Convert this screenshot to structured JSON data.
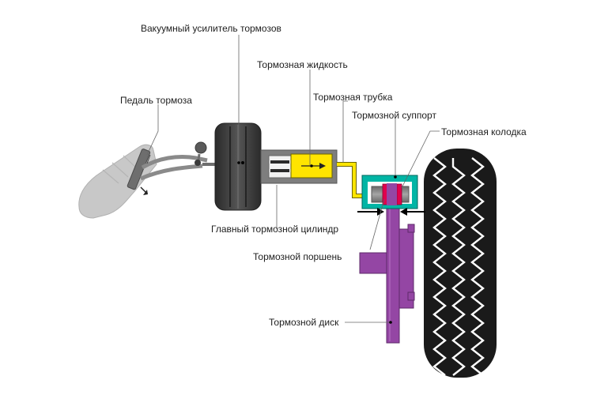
{
  "labels": {
    "booster": "Вакуумный усилитель тормозов",
    "brake_fluid": "Тормозная жидкость",
    "pedal": "Педаль тормоза",
    "brake_line": "Тормозная трубка",
    "caliper": "Тормозной суппорт",
    "brake_pad": "Тормозная колодка",
    "master_cylinder": "Главный тормозной цилиндр",
    "piston": "Тормозной поршень",
    "disc": "Тормозной диск"
  },
  "colors": {
    "fluid": "#ffe500",
    "caliper": "#00b5a5",
    "disc": "#9446a4",
    "pad": "#e0004d",
    "metal": "#7e7e7e",
    "booster": "#3b3b3b",
    "shoe": "#c8c8c8",
    "tire": "#1a1a1a"
  }
}
